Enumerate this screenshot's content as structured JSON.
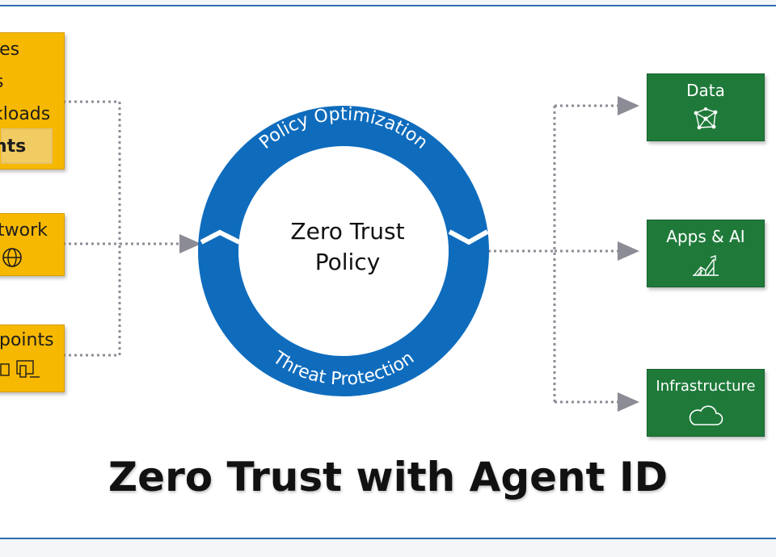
{
  "left_boxes": {
    "identities": {
      "lines": [
        "ies",
        "s",
        "kloads",
        "nts"
      ]
    },
    "network": {
      "label": "twork"
    },
    "endpoints": {
      "label": "points"
    }
  },
  "ring": {
    "center_line1": "Zero Trust",
    "center_line2": "Policy",
    "top_arc": "Policy Optimization",
    "bottom_arc": "Threat Protection"
  },
  "right_boxes": {
    "data": {
      "label": "Data",
      "icon": "network-mesh-icon"
    },
    "apps": {
      "label": "Apps & AI",
      "icon": "growth-chart-icon"
    },
    "infra": {
      "label": "Infrastructure",
      "icon": "cloud-icon"
    }
  },
  "title": "Zero Trust with Agent ID",
  "colors": {
    "accent_blue": "#0f6cbd",
    "amber": "#f6b800",
    "green": "#1f7a3a",
    "connector": "#8c8c96"
  }
}
